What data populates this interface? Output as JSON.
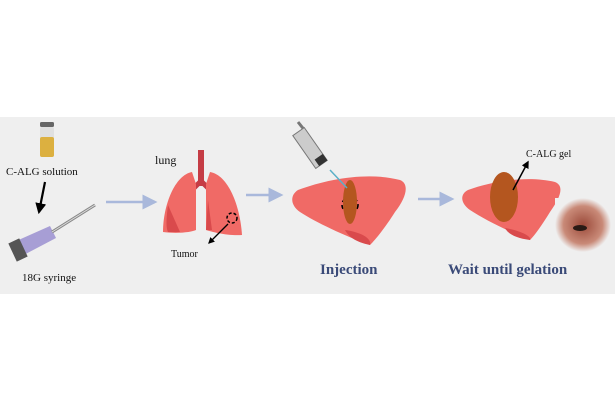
{
  "labels": {
    "solution": "C-ALG solution",
    "syringe": "18G syringe",
    "lung": "lung",
    "tumor": "Tumor",
    "injection": "Injection",
    "gel": "C-ALG gel",
    "gelation": "Wait until gelation"
  },
  "colors": {
    "background": "#efefef",
    "lung": "#f06a66",
    "lung_dark": "#d94a4c",
    "gel": "#b4561f",
    "flow_arrow": "#a9b8db",
    "caption": "#3a4a78"
  }
}
